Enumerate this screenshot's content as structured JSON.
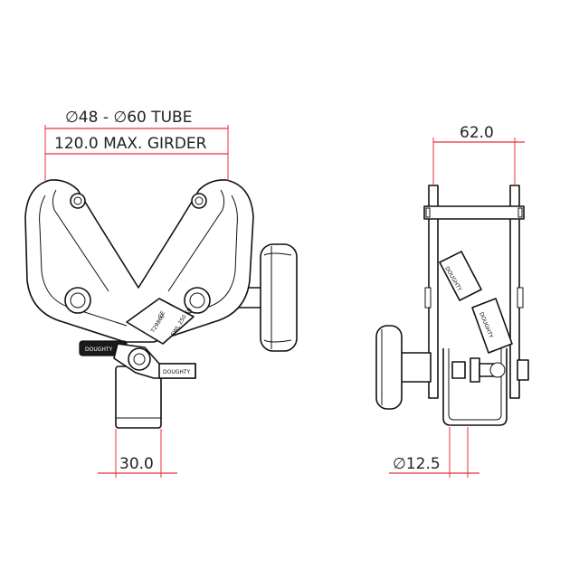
{
  "dimensions": {
    "tube_range": "∅48 - ∅60 TUBE",
    "girder_max": "120.0 MAX. GIRDER",
    "side_width": "62.0",
    "bottom_left": "30.0",
    "bolt_dia": "∅12.5"
  },
  "markings": {
    "brand_front": "DOUGHTY",
    "brand_back": "DOUGHTY",
    "brand_side_a": "DOUGHTY",
    "brand_side_b": "DOUGHTY",
    "part_no": "T29860",
    "ce_mark": "CE",
    "swl": "SWL 250 Kg"
  },
  "colors": {
    "dimension": "#e8323c",
    "outline": "#111111",
    "text": "#222222"
  }
}
